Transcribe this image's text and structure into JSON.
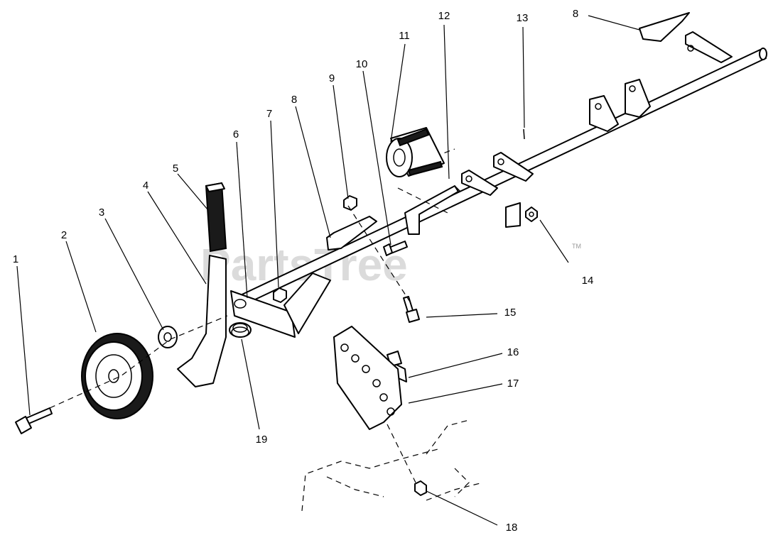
{
  "watermark": {
    "text": "PartsTree",
    "trademark": "TM"
  },
  "callouts": [
    {
      "num": "1"
    },
    {
      "num": "2"
    },
    {
      "num": "3"
    },
    {
      "num": "4"
    },
    {
      "num": "5"
    },
    {
      "num": "6"
    },
    {
      "num": "7"
    },
    {
      "num": "8"
    },
    {
      "num": "9"
    },
    {
      "num": "10"
    },
    {
      "num": "11"
    },
    {
      "num": "12"
    },
    {
      "num": "13"
    },
    {
      "num": "8"
    },
    {
      "num": "14"
    },
    {
      "num": "15"
    },
    {
      "num": "16"
    },
    {
      "num": "17"
    },
    {
      "num": "18"
    },
    {
      "num": "19"
    }
  ]
}
